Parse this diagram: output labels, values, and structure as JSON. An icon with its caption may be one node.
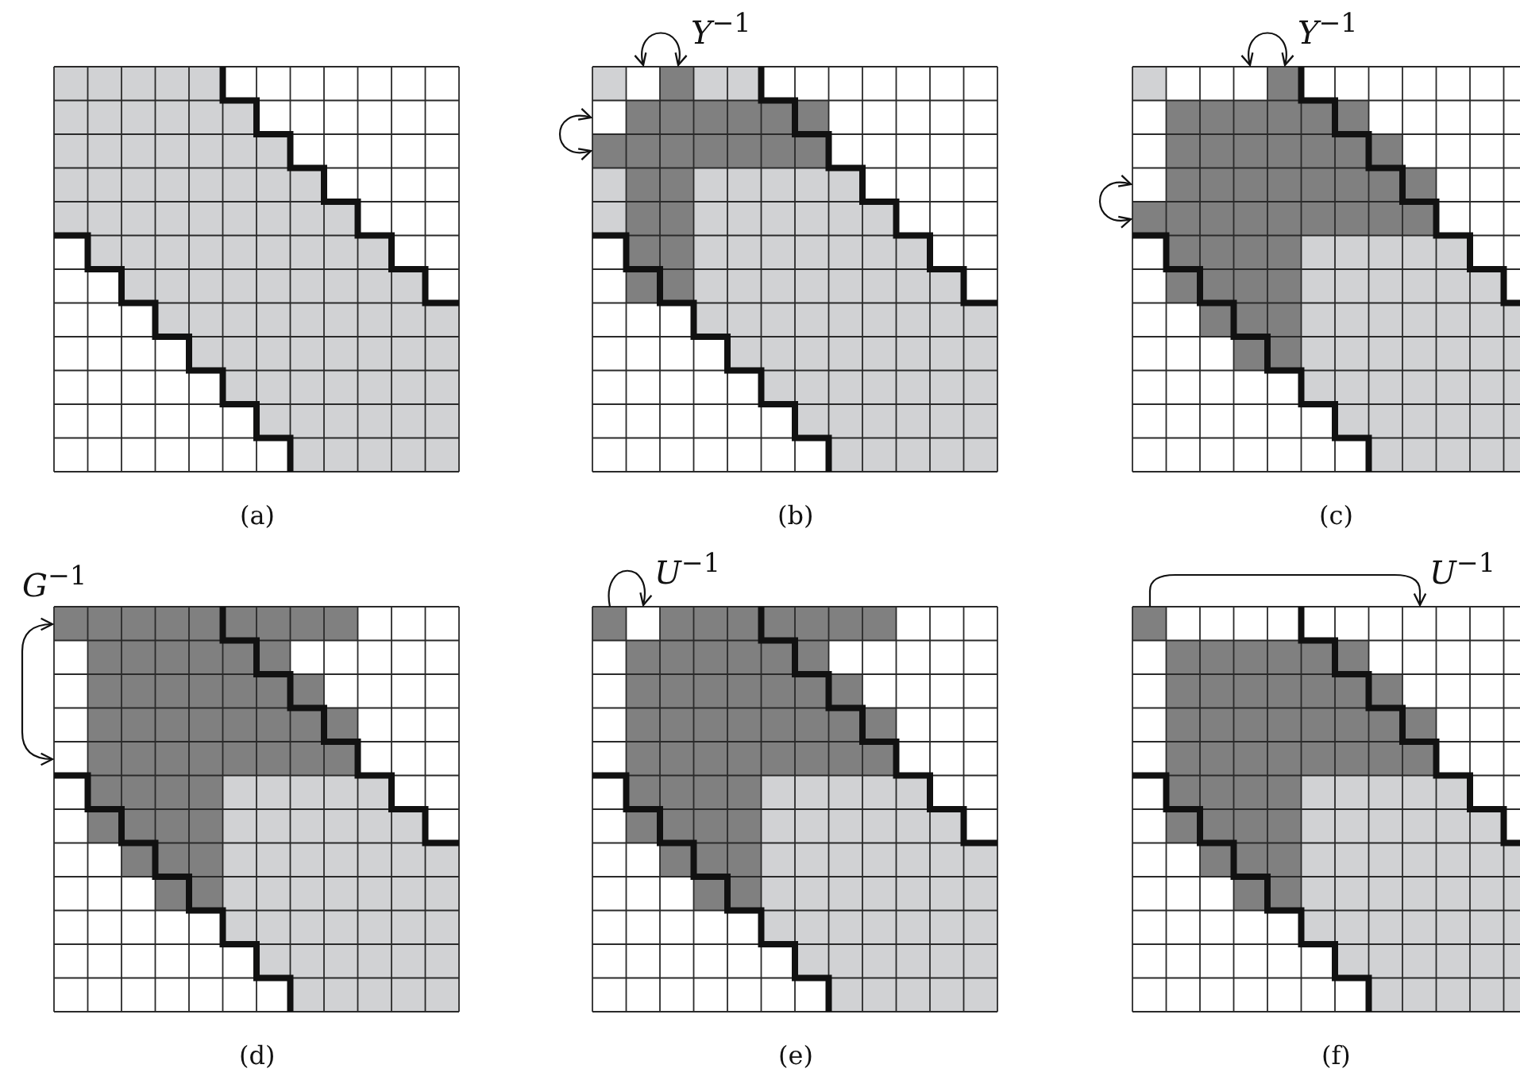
{
  "diagram": {
    "labels": [
      "*Y*$^{−1}$",
      "*Y*$^{−1}$",
      "(a)",
      "(b)",
      "(c)",
      "*G*$^{−1}$",
      "*U*$^{−1}$",
      "*U*$^{−1}$",
      "(d)",
      "(e)",
      "(f)"
    ]
  }
}
